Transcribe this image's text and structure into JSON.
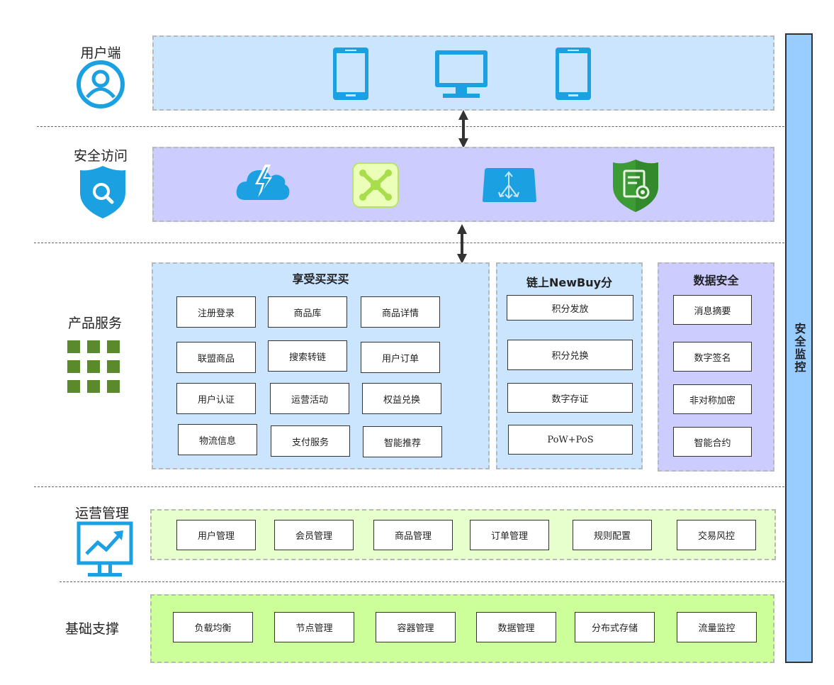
{
  "layers": {
    "user": {
      "title": "用户端"
    },
    "access": {
      "title": "安全访问"
    },
    "product": {
      "title": "产品服务"
    },
    "ops": {
      "title": "运营管理"
    },
    "infra": {
      "title": "基础支撑"
    }
  },
  "security_monitor": {
    "label": "安全监控"
  },
  "product": {
    "main": {
      "title": "享受买买买",
      "items": [
        "注册登录",
        "商品库",
        "商品详情",
        "联盟商品",
        "搜索转链",
        "用户订单",
        "用户认证",
        "运营活动",
        "权益兑换",
        "物流信息",
        "支付服务",
        "智能推荐"
      ]
    },
    "chain": {
      "title": "链上NewBuy分",
      "items": [
        "积分发放",
        "积分兑换",
        "数字存证",
        "PoW+PoS"
      ]
    },
    "data_security": {
      "title": "数据安全",
      "items": [
        "消息摘要",
        "数字签名",
        "非对称加密",
        "智能合约"
      ]
    }
  },
  "ops": {
    "items": [
      "用户管理",
      "会员管理",
      "商品管理",
      "订单管理",
      "规则配置",
      "交易风控"
    ]
  },
  "infra": {
    "items": [
      "负载均衡",
      "节点管理",
      "容器管理",
      "数据管理",
      "分布式存储",
      "流量监控"
    ]
  },
  "colors": {
    "user_panel": "#cce5ff",
    "access_panel": "#ccccff",
    "product_main": "#cce5ff",
    "data_security": "#ccccff",
    "ops_panel": "#e6ffcc",
    "infra_panel": "#ccff99",
    "security_bar": "#99ccff",
    "device_icon": "#1ba1e2"
  },
  "icons": {
    "user": "user-circle-icon",
    "access": "shield-search-icon",
    "product": "grid-squares-icon",
    "ops": "chart-monitor-icon",
    "devices": [
      "mobile-phone-icon",
      "desktop-monitor-icon",
      "mobile-phone-icon"
    ],
    "access_items": [
      "cloud-lightning-icon",
      "network-node-icon",
      "load-balancer-icon",
      "certificate-shield-icon"
    ]
  }
}
